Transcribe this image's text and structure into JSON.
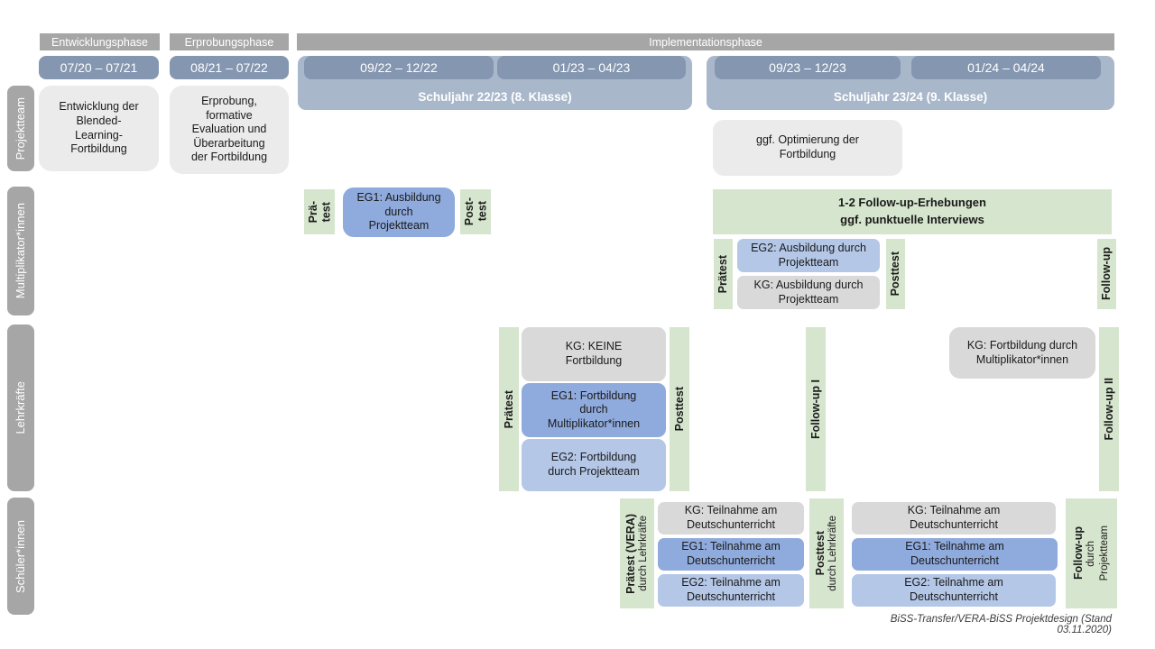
{
  "caption": "BiSS-Transfer/VERA-BiSS Projektdesign (Stand 03.11.2020)",
  "phases": [
    "Entwicklungsphase",
    "Erprobungsphase",
    "Implementationsphase"
  ],
  "dates": [
    "07/20 – 07/21",
    "08/21 – 07/22",
    "09/22 – 12/22",
    "01/23 – 04/23",
    "09/23 – 12/23",
    "01/24 – 04/24"
  ],
  "school_years": [
    "Schuljahr 22/23 (8. Klasse)",
    "Schuljahr 23/24 (9. Klasse)"
  ],
  "row_labels": [
    "Projektteam",
    "Multiplikator*innen",
    "Lehrkräfte",
    "Schüler*innen"
  ],
  "projektteam": {
    "entwicklung": "Entwicklung der\nBlended-\nLearning-\nFortbildung",
    "erprobung": "Erprobung,\nformative\nEvaluation und\nÜberarbeitung\nder Fortbildung",
    "optimierung": "ggf. Optimierung der\nFortbildung"
  },
  "multiplikatoren": {
    "praetest1": "Prä-\ntest",
    "eg1": "EG1: Ausbildung\ndurch\nProjektteam",
    "posttest1": "Post-\ntest",
    "followup_erhebungen": "1-2 Follow-up-Erhebungen\nggf. punktuelle Interviews",
    "praetest2": "Prätest",
    "eg2": "EG2: Ausbildung durch\nProjektteam",
    "kg": "KG: Ausbildung durch\nProjektteam",
    "posttest2": "Posttest",
    "followup": "Follow-up"
  },
  "lehrkraefte": {
    "praetest": "Prätest",
    "kg": "KG: KEINE\nFortbildung",
    "eg1": "EG1: Fortbildung\ndurch\nMultiplikator*innen",
    "eg2": "EG2: Fortbildung\ndurch Projektteam",
    "posttest": "Posttest",
    "followup1": "Follow-up I",
    "kg2": "KG: Fortbildung durch\nMultiplikator*innen",
    "followup2": "Follow-up II"
  },
  "schueler": {
    "praetest_main": "Prätest (VERA)",
    "praetest_sub": "durch Lehrkräfte",
    "kg1": "KG: Teilnahme am\nDeutschunterricht",
    "eg1a": "EG1: Teilnahme am\nDeutschunterricht",
    "eg2a": "EG2: Teilnahme am\nDeutschunterricht",
    "posttest_main": "Posttest",
    "posttest_sub": "durch Lehrkräfte",
    "kg2": "KG: Teilnahme am\nDeutschunterricht",
    "eg1b": "EG1: Teilnahme am\nDeutschunterricht",
    "eg2b": "EG2: Teilnahme am\nDeutschunterricht",
    "followup_main": "Follow-up",
    "followup_sub1": "durch",
    "followup_sub2": "Projektteam"
  },
  "colors": {
    "phase_bar": "#a6a6a6",
    "row_label_bar": "#a6a6a6",
    "date_bar": "#8496b0",
    "year_band": "#a9b7cb",
    "green": "#d6e5ce",
    "eg1_blue": "#8faadc",
    "eg2_blue": "#b4c7e7",
    "kg_gray": "#d9d9d9",
    "note_gray": "#ebebeb"
  }
}
